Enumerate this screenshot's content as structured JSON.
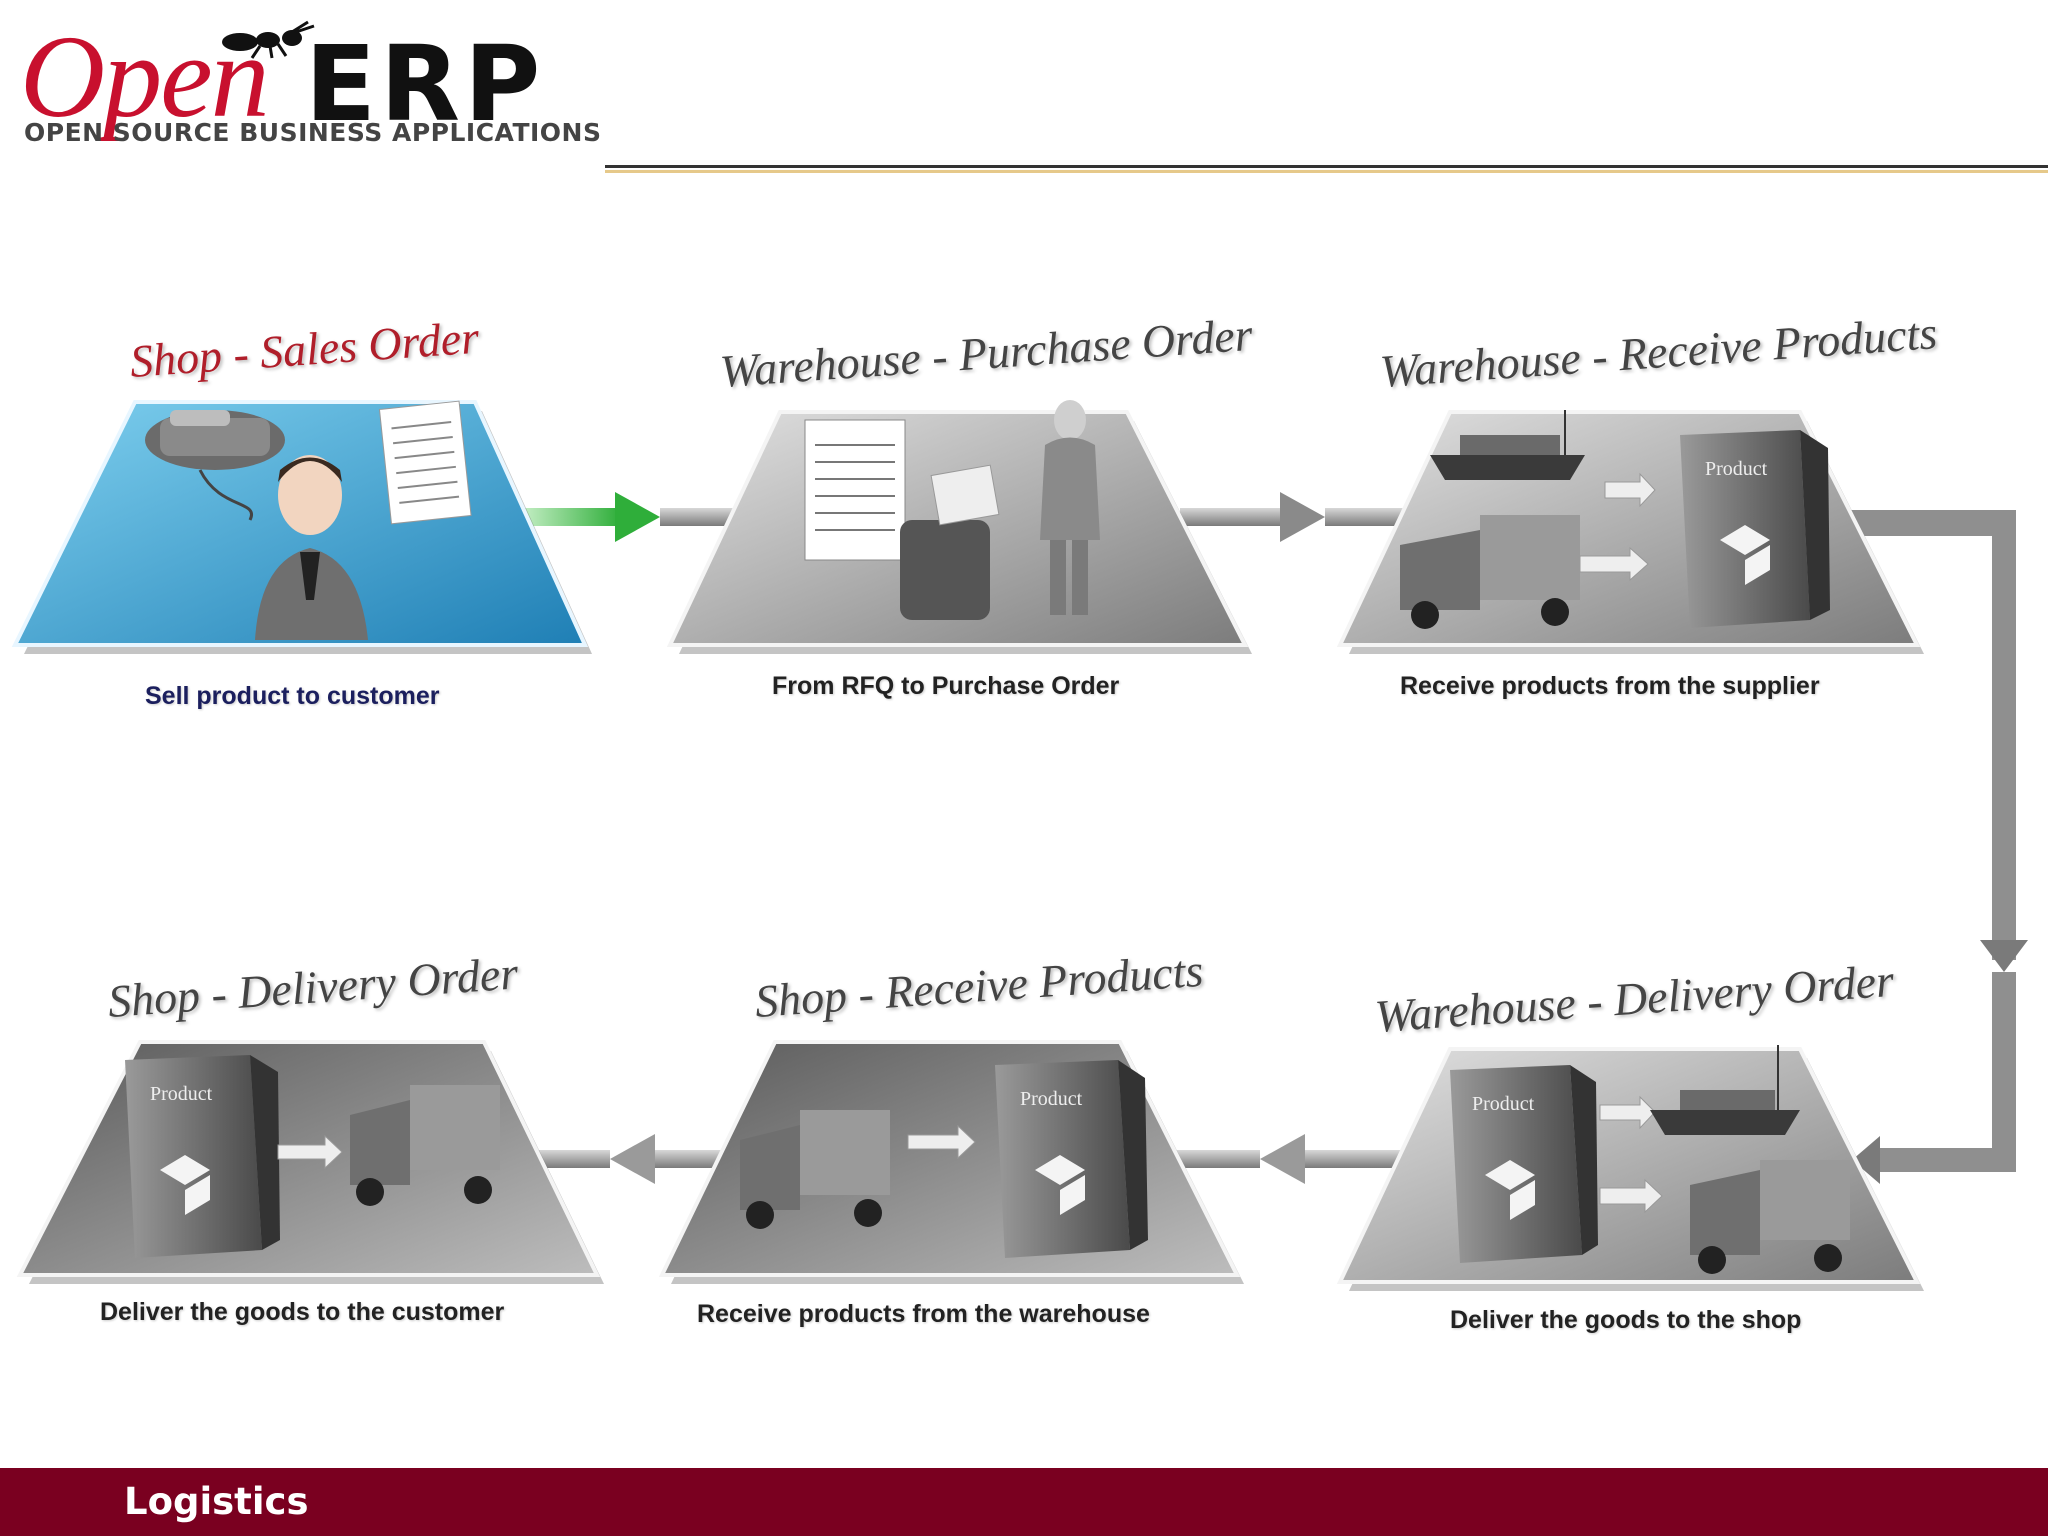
{
  "header": {
    "logo_open": "Open",
    "logo_erp": "ERP",
    "logo_tagline": "OPEN SOURCE BUSINESS APPLICATIONS"
  },
  "stages": [
    {
      "title": "Shop - Sales Order",
      "caption": "Sell product to customer"
    },
    {
      "title": "Warehouse - Purchase Order",
      "caption": "From RFQ to Purchase Order"
    },
    {
      "title": "Warehouse - Receive Products",
      "caption": "Receive products from the supplier"
    },
    {
      "title": "Shop - Delivery Order",
      "caption": "Deliver the goods to the customer"
    },
    {
      "title": "Shop - Receive Products",
      "caption": "Receive products from the warehouse"
    },
    {
      "title": "Warehouse - Delivery Order",
      "caption": "Deliver the goods to the shop"
    }
  ],
  "illustration_labels": {
    "product_box": "Product"
  },
  "colors": {
    "brand_red": "#c8102e",
    "footer": "#7a0020",
    "arrow_green": "#3fbf4a",
    "panel_blue": "#2a8fc2"
  },
  "footer": {
    "title": "Logistics"
  }
}
